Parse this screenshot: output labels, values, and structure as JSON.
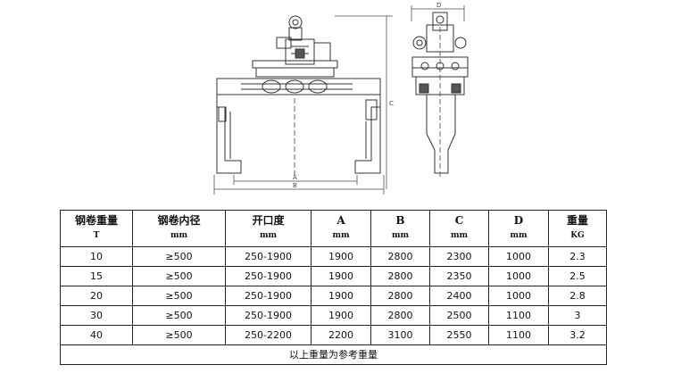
{
  "drawing": {
    "dim_labels": [
      "A",
      "B",
      "C",
      "D"
    ]
  },
  "table": {
    "headers": [
      {
        "title": "钢卷重量",
        "unit": "T"
      },
      {
        "title": "钢卷内径",
        "unit": "mm"
      },
      {
        "title": "开口度",
        "unit": "mm"
      },
      {
        "title": "A",
        "unit": "mm"
      },
      {
        "title": "B",
        "unit": "mm"
      },
      {
        "title": "C",
        "unit": "mm"
      },
      {
        "title": "D",
        "unit": "mm"
      },
      {
        "title": "重量",
        "unit": "KG"
      }
    ],
    "rows": [
      [
        "10",
        "≥500",
        "250-1900",
        "1900",
        "2800",
        "2300",
        "1000",
        "2.3"
      ],
      [
        "15",
        "≥500",
        "250-1900",
        "1900",
        "2800",
        "2350",
        "1000",
        "2.5"
      ],
      [
        "20",
        "≥500",
        "250-1900",
        "1900",
        "2800",
        "2400",
        "1000",
        "2.8"
      ],
      [
        "30",
        "≥500",
        "250-1900",
        "1900",
        "2800",
        "2500",
        "1100",
        "3"
      ],
      [
        "40",
        "≥500",
        "250-2200",
        "2200",
        "3100",
        "2550",
        "1100",
        "3.2"
      ]
    ],
    "note": "以上重量为参考重量"
  }
}
